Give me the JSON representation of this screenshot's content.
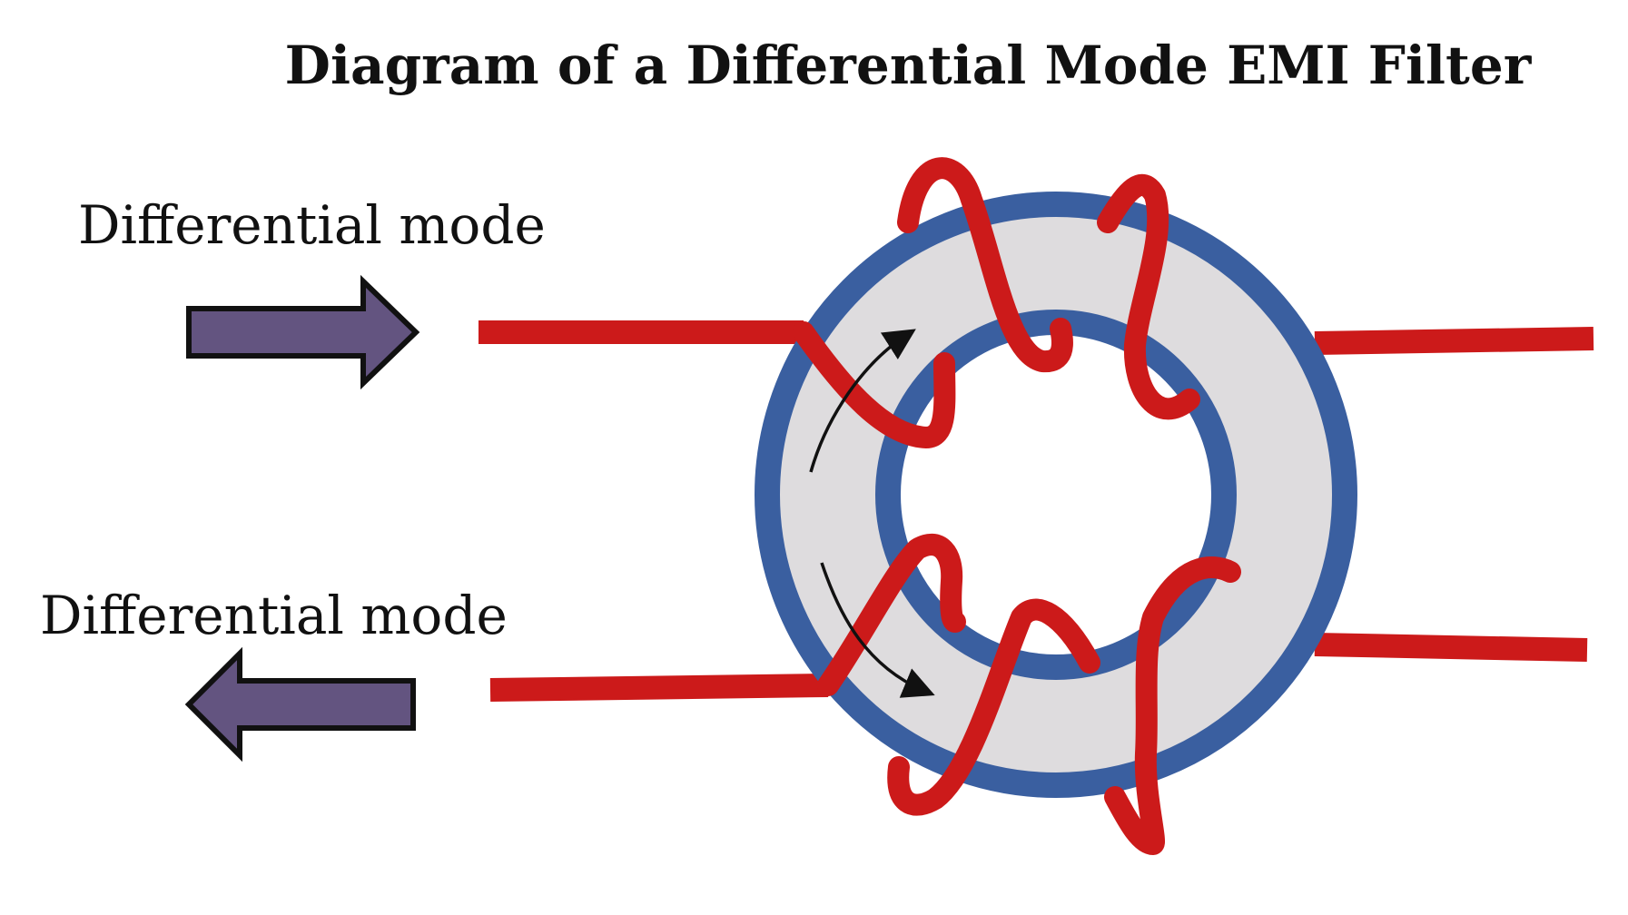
{
  "title": "Diagram of a Differential Mode EMI Filter",
  "labels": {
    "top": "Differential mode",
    "bottom": "Differential mode"
  },
  "colors": {
    "wire": "#cc1a1a",
    "core_fill": "#dedcde",
    "core_outline": "#3a5fa0",
    "arrow_fill": "#635480",
    "arrow_outline": "#111111",
    "text": "#111111",
    "flux_arrow": "#111111"
  },
  "icons": {
    "input_arrow": "arrow-right-icon",
    "output_arrow": "arrow-left-icon"
  }
}
